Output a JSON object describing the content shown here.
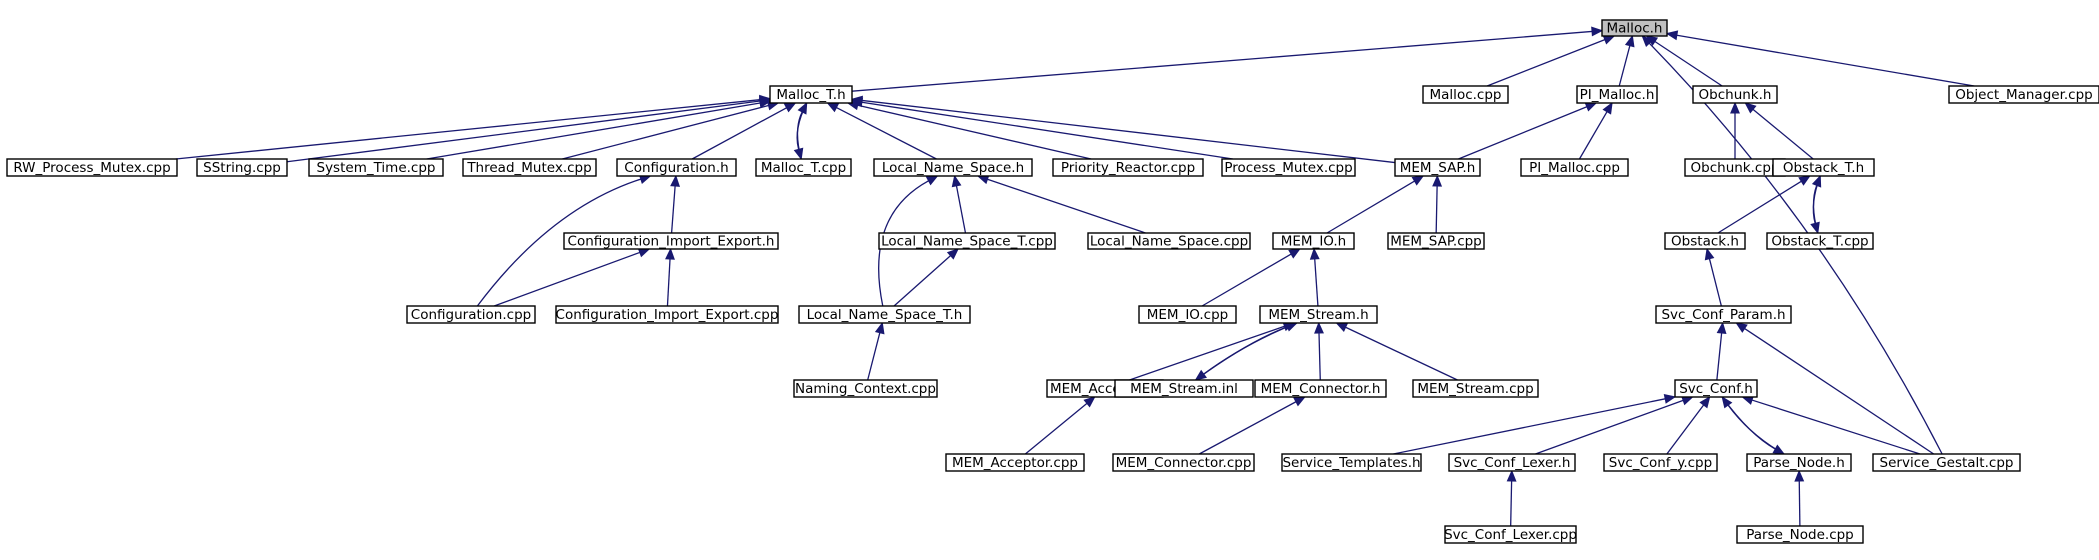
{
  "nodes": [
    {
      "id": "malloc_h",
      "label": "Malloc.h",
      "root": true
    },
    {
      "id": "malloc_t_h",
      "label": "Malloc_T.h"
    },
    {
      "id": "malloc_cpp",
      "label": "Malloc.cpp"
    },
    {
      "id": "pi_malloc_h",
      "label": "PI_Malloc.h"
    },
    {
      "id": "obchunk_h",
      "label": "Obchunk.h"
    },
    {
      "id": "object_manager_cpp",
      "label": "Object_Manager.cpp"
    },
    {
      "id": "rw_process_mutex_cpp",
      "label": "RW_Process_Mutex.cpp"
    },
    {
      "id": "sstring_cpp",
      "label": "SString.cpp"
    },
    {
      "id": "system_time_cpp",
      "label": "System_Time.cpp"
    },
    {
      "id": "thread_mutex_cpp",
      "label": "Thread_Mutex.cpp"
    },
    {
      "id": "configuration_h",
      "label": "Configuration.h"
    },
    {
      "id": "malloc_t_cpp",
      "label": "Malloc_T.cpp"
    },
    {
      "id": "local_name_space_h",
      "label": "Local_Name_Space.h"
    },
    {
      "id": "priority_reactor_cpp",
      "label": "Priority_Reactor.cpp"
    },
    {
      "id": "process_mutex_cpp",
      "label": "Process_Mutex.cpp"
    },
    {
      "id": "mem_sap_h",
      "label": "MEM_SAP.h"
    },
    {
      "id": "pi_malloc_cpp",
      "label": "PI_Malloc.cpp"
    },
    {
      "id": "obchunk_cpp",
      "label": "Obchunk.cpp"
    },
    {
      "id": "obstack_t_h",
      "label": "Obstack_T.h"
    },
    {
      "id": "configuration_import_export_h",
      "label": "Configuration_Import_Export.h"
    },
    {
      "id": "local_name_space_t_cpp",
      "label": "Local_Name_Space_T.cpp"
    },
    {
      "id": "local_name_space_cpp",
      "label": "Local_Name_Space.cpp"
    },
    {
      "id": "mem_io_h",
      "label": "MEM_IO.h"
    },
    {
      "id": "mem_sap_cpp",
      "label": "MEM_SAP.cpp"
    },
    {
      "id": "obstack_h",
      "label": "Obstack.h"
    },
    {
      "id": "obstack_t_cpp",
      "label": "Obstack_T.cpp"
    },
    {
      "id": "configuration_cpp",
      "label": "Configuration.cpp"
    },
    {
      "id": "configuration_import_export_cpp",
      "label": "Configuration_Import_Export.cpp"
    },
    {
      "id": "local_name_space_t_h",
      "label": "Local_Name_Space_T.h"
    },
    {
      "id": "mem_io_cpp",
      "label": "MEM_IO.cpp"
    },
    {
      "id": "mem_stream_h",
      "label": "MEM_Stream.h"
    },
    {
      "id": "svc_conf_param_h",
      "label": "Svc_Conf_Param.h"
    },
    {
      "id": "naming_context_cpp",
      "label": "Naming_Context.cpp"
    },
    {
      "id": "mem_acceptor_h",
      "label": "MEM_Acceptor.h"
    },
    {
      "id": "mem_stream_inl",
      "label": "MEM_Stream.inl"
    },
    {
      "id": "mem_connector_h",
      "label": "MEM_Connector.h"
    },
    {
      "id": "mem_stream_cpp",
      "label": "MEM_Stream.cpp"
    },
    {
      "id": "svc_conf_h",
      "label": "Svc_Conf.h"
    },
    {
      "id": "mem_acceptor_cpp",
      "label": "MEM_Acceptor.cpp"
    },
    {
      "id": "mem_connector_cpp",
      "label": "MEM_Connector.cpp"
    },
    {
      "id": "service_templates_h",
      "label": "Service_Templates.h"
    },
    {
      "id": "svc_conf_lexer_h",
      "label": "Svc_Conf_Lexer.h"
    },
    {
      "id": "svc_conf_y_cpp",
      "label": "Svc_Conf_y.cpp"
    },
    {
      "id": "parse_node_h",
      "label": "Parse_Node.h"
    },
    {
      "id": "service_gestalt_cpp",
      "label": "Service_Gestalt.cpp"
    },
    {
      "id": "svc_conf_lexer_cpp",
      "label": "Svc_Conf_Lexer.cpp"
    },
    {
      "id": "parse_node_cpp",
      "label": "Parse_Node.cpp"
    }
  ],
  "edges": [
    {
      "from": "malloc_t_h",
      "to": "malloc_h"
    },
    {
      "from": "malloc_cpp",
      "to": "malloc_h"
    },
    {
      "from": "pi_malloc_h",
      "to": "malloc_h"
    },
    {
      "from": "obchunk_h",
      "to": "malloc_h"
    },
    {
      "from": "object_manager_cpp",
      "to": "malloc_h"
    },
    {
      "from": "service_gestalt_cpp",
      "to": "malloc_h"
    },
    {
      "from": "rw_process_mutex_cpp",
      "to": "malloc_t_h"
    },
    {
      "from": "sstring_cpp",
      "to": "malloc_t_h"
    },
    {
      "from": "system_time_cpp",
      "to": "malloc_t_h"
    },
    {
      "from": "thread_mutex_cpp",
      "to": "malloc_t_h"
    },
    {
      "from": "configuration_h",
      "to": "malloc_t_h"
    },
    {
      "from": "malloc_t_cpp",
      "to": "malloc_t_h"
    },
    {
      "from": "malloc_t_h",
      "to": "malloc_t_cpp"
    },
    {
      "from": "local_name_space_h",
      "to": "malloc_t_h"
    },
    {
      "from": "priority_reactor_cpp",
      "to": "malloc_t_h"
    },
    {
      "from": "process_mutex_cpp",
      "to": "malloc_t_h"
    },
    {
      "from": "mem_sap_h",
      "to": "malloc_t_h"
    },
    {
      "from": "mem_sap_h",
      "to": "pi_malloc_h"
    },
    {
      "from": "pi_malloc_cpp",
      "to": "pi_malloc_h"
    },
    {
      "from": "obchunk_cpp",
      "to": "obchunk_h"
    },
    {
      "from": "obstack_t_h",
      "to": "obchunk_h"
    },
    {
      "from": "configuration_import_export_h",
      "to": "configuration_h"
    },
    {
      "from": "configuration_cpp",
      "to": "configuration_h"
    },
    {
      "from": "configuration_cpp",
      "to": "configuration_import_export_h"
    },
    {
      "from": "configuration_import_export_cpp",
      "to": "configuration_import_export_h"
    },
    {
      "from": "local_name_space_t_cpp",
      "to": "local_name_space_h"
    },
    {
      "from": "local_name_space_cpp",
      "to": "local_name_space_h"
    },
    {
      "from": "local_name_space_t_h",
      "to": "local_name_space_h"
    },
    {
      "from": "local_name_space_t_h",
      "to": "local_name_space_t_cpp"
    },
    {
      "from": "naming_context_cpp",
      "to": "local_name_space_t_h"
    },
    {
      "from": "mem_io_h",
      "to": "mem_sap_h"
    },
    {
      "from": "mem_sap_cpp",
      "to": "mem_sap_h"
    },
    {
      "from": "mem_io_cpp",
      "to": "mem_io_h"
    },
    {
      "from": "mem_stream_h",
      "to": "mem_io_h"
    },
    {
      "from": "mem_acceptor_h",
      "to": "mem_stream_h"
    },
    {
      "from": "mem_stream_inl",
      "to": "mem_stream_h"
    },
    {
      "from": "mem_stream_h",
      "to": "mem_stream_inl"
    },
    {
      "from": "mem_connector_h",
      "to": "mem_stream_h"
    },
    {
      "from": "mem_stream_cpp",
      "to": "mem_stream_h"
    },
    {
      "from": "mem_acceptor_cpp",
      "to": "mem_acceptor_h"
    },
    {
      "from": "mem_connector_cpp",
      "to": "mem_connector_h"
    },
    {
      "from": "obstack_h",
      "to": "obstack_t_h"
    },
    {
      "from": "obstack_t_cpp",
      "to": "obstack_t_h"
    },
    {
      "from": "obstack_t_h",
      "to": "obstack_t_cpp"
    },
    {
      "from": "svc_conf_param_h",
      "to": "obstack_h"
    },
    {
      "from": "svc_conf_h",
      "to": "svc_conf_param_h"
    },
    {
      "from": "service_gestalt_cpp",
      "to": "svc_conf_param_h"
    },
    {
      "from": "service_templates_h",
      "to": "svc_conf_h"
    },
    {
      "from": "svc_conf_lexer_h",
      "to": "svc_conf_h"
    },
    {
      "from": "svc_conf_y_cpp",
      "to": "svc_conf_h"
    },
    {
      "from": "parse_node_h",
      "to": "svc_conf_h"
    },
    {
      "from": "svc_conf_h",
      "to": "parse_node_h"
    },
    {
      "from": "service_gestalt_cpp",
      "to": "svc_conf_h"
    },
    {
      "from": "svc_conf_lexer_cpp",
      "to": "svc_conf_lexer_h"
    },
    {
      "from": "parse_node_cpp",
      "to": "parse_node_h"
    }
  ],
  "colors": {
    "edge": "#191970",
    "node_border": "#000000",
    "node_fill": "#ffffff",
    "root_fill": "#c0c0c0"
  }
}
